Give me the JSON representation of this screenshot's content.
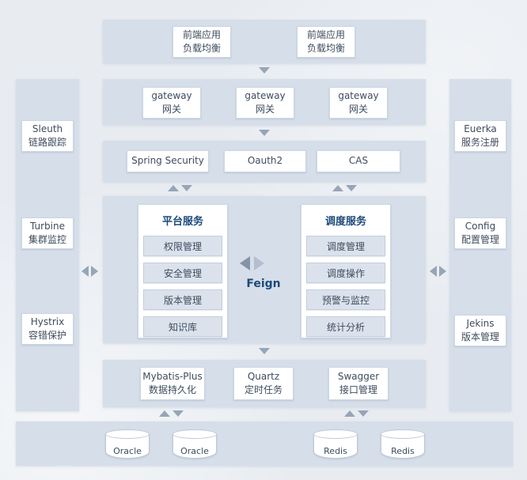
{
  "colors": {
    "accent_blue": "#1d4a7a",
    "band_background": "#d6dee9",
    "node_background": "#ffffff",
    "item_background": "#dbe2ec",
    "arrow": "#97a5b8",
    "text": "#3e4c5e"
  },
  "top_band": {
    "boxes": [
      {
        "line1": "前端应用",
        "line2": "负载均衡"
      },
      {
        "line1": "前端应用",
        "line2": "负载均衡"
      }
    ]
  },
  "gateway_band": {
    "boxes": [
      {
        "line1": "gateway",
        "line2": "网关"
      },
      {
        "line1": "gateway",
        "line2": "网关"
      },
      {
        "line1": "gateway",
        "line2": "网关"
      }
    ]
  },
  "security_band": {
    "boxes": [
      {
        "label": "Spring Security"
      },
      {
        "label": "Oauth2"
      },
      {
        "label": "CAS"
      }
    ]
  },
  "platform_group": {
    "title": "平台服务",
    "items": [
      {
        "label": "权限管理"
      },
      {
        "label": "安全管理"
      },
      {
        "label": "版本管理"
      },
      {
        "label": "知识库"
      }
    ]
  },
  "schedule_group": {
    "title": "调度服务",
    "items": [
      {
        "label": "调度管理"
      },
      {
        "label": "调度操作"
      },
      {
        "label": "预警与监控"
      },
      {
        "label": "统计分析"
      }
    ]
  },
  "feign": {
    "label": "Feign"
  },
  "middleware_band": {
    "boxes": [
      {
        "line1": "Mybatis-Plus",
        "line2": "数据持久化"
      },
      {
        "line1": "Quartz",
        "line2": "定时任务"
      },
      {
        "line1": "Swagger",
        "line2": "接口管理"
      }
    ]
  },
  "database_band": {
    "cylinders": [
      {
        "label": "Oracle"
      },
      {
        "label": "Oracle"
      },
      {
        "label": "Redis"
      },
      {
        "label": "Redis"
      }
    ]
  },
  "left_column": {
    "boxes": [
      {
        "line1": "Sleuth",
        "line2": "链路跟踪"
      },
      {
        "line1": "Turbine",
        "line2": "集群监控"
      },
      {
        "line1": "Hystrix",
        "line2": "容错保护"
      }
    ]
  },
  "right_column": {
    "boxes": [
      {
        "line1": "Euerka",
        "line2": "服务注册"
      },
      {
        "line1": "Config",
        "line2": "配置管理"
      },
      {
        "line1": "Jekins",
        "line2": "版本管理"
      }
    ]
  }
}
